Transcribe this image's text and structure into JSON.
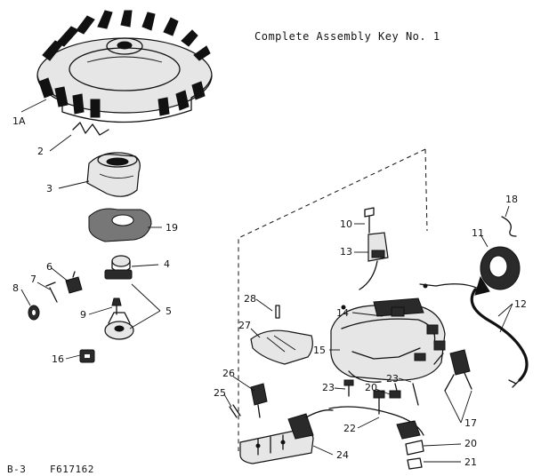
{
  "title": "Complete Assembly Key No. 1",
  "footer_left": "B-3",
  "footer_right": "F617162",
  "callouts": [
    {
      "id": "1A",
      "label": "1A"
    },
    {
      "id": "2",
      "label": "2"
    },
    {
      "id": "3",
      "label": "3"
    },
    {
      "id": "19",
      "label": "19"
    },
    {
      "id": "4",
      "label": "4"
    },
    {
      "id": "5",
      "label": "5"
    },
    {
      "id": "6",
      "label": "6"
    },
    {
      "id": "7",
      "label": "7"
    },
    {
      "id": "8",
      "label": "8"
    },
    {
      "id": "9",
      "label": "9"
    },
    {
      "id": "16",
      "label": "16"
    },
    {
      "id": "10",
      "label": "10"
    },
    {
      "id": "13",
      "label": "13"
    },
    {
      "id": "18",
      "label": "18"
    },
    {
      "id": "11",
      "label": "11"
    },
    {
      "id": "12",
      "label": "12"
    },
    {
      "id": "14",
      "label": "14"
    },
    {
      "id": "15",
      "label": "15"
    },
    {
      "id": "28",
      "label": "28"
    },
    {
      "id": "27",
      "label": "27"
    },
    {
      "id": "26",
      "label": "26"
    },
    {
      "id": "25",
      "label": "25"
    },
    {
      "id": "23a",
      "label": "23"
    },
    {
      "id": "20a",
      "label": "20"
    },
    {
      "id": "23b",
      "label": "23"
    },
    {
      "id": "22",
      "label": "22"
    },
    {
      "id": "17",
      "label": "17"
    },
    {
      "id": "20b",
      "label": "20"
    },
    {
      "id": "21",
      "label": "21"
    },
    {
      "id": "24",
      "label": "24"
    }
  ]
}
